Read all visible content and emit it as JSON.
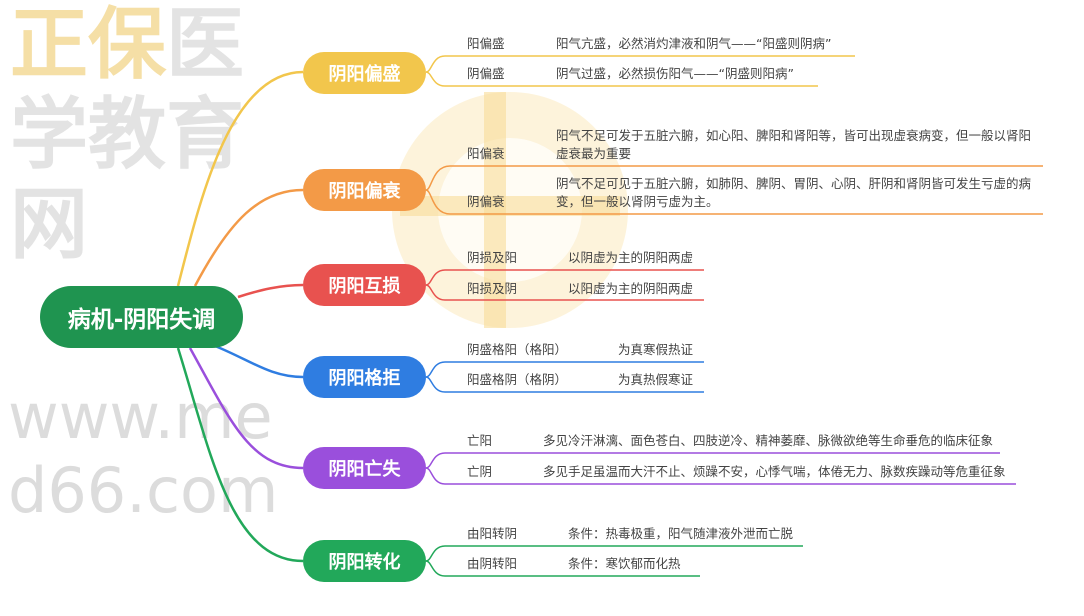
{
  "watermark": {
    "line1": "正保医学教育网",
    "line2": "www.med66.com"
  },
  "root": {
    "label": "病机-阴阳失调",
    "color": "#1f9450"
  },
  "branches": [
    {
      "label": "阴阳偏盛",
      "color": "#f2c64c",
      "items": [
        {
          "term": "阳偏盛",
          "desc": "阳气亢盛，必然消灼津液和阴气——“阳盛则阴病”"
        },
        {
          "term": "阴偏盛",
          "desc": "阴气过盛，必然损伤阳气——“阴盛则阳病”"
        }
      ]
    },
    {
      "label": "阴阳偏衰",
      "color": "#f39a47",
      "items": [
        {
          "term": "阳偏衰",
          "desc": "阳气不足可发于五脏六腑，如心阳、脾阳和肾阳等，皆可出现虚衰病变，但一般以肾阳虚衰最为重要"
        },
        {
          "term": "阴偏衰",
          "desc": "阴气不足可见于五脏六腑，如肺阴、脾阴、胃阴、心阴、肝阴和肾阴皆可发生亏虚的病变，但一般以肾阴亏虚为主。"
        }
      ]
    },
    {
      "label": "阴阳互损",
      "color": "#e8524f",
      "items": [
        {
          "term": "阴损及阳",
          "desc": "以阴虚为主的阴阳两虚"
        },
        {
          "term": "阳损及阴",
          "desc": "以阳虚为主的阴阳两虚"
        }
      ]
    },
    {
      "label": "阴阳格拒",
      "color": "#2f7de1",
      "items": [
        {
          "term": "阴盛格阳（格阳）",
          "desc": "为真寒假热证"
        },
        {
          "term": "阳盛格阴（格阴）",
          "desc": "为真热假寒证"
        }
      ]
    },
    {
      "label": "阴阳亡失",
      "color": "#9a4fdc",
      "items": [
        {
          "term": "亡阳",
          "desc": "多见冷汗淋漓、面色苍白、四肢逆冷、精神萎靡、脉微欲绝等生命垂危的临床征象"
        },
        {
          "term": "亡阴",
          "desc": "多见手足虽温而大汗不止、烦躁不安，心悸气喘，体倦无力、脉数疾躁动等危重征象"
        }
      ]
    },
    {
      "label": "阴阳转化",
      "color": "#22a85a",
      "items": [
        {
          "term": "由阳转阴",
          "desc": "条件：热毒极重，阳气随津液外泄而亡脱"
        },
        {
          "term": "由阴转阳",
          "desc": "条件：寒饮郁而化热"
        }
      ]
    }
  ]
}
